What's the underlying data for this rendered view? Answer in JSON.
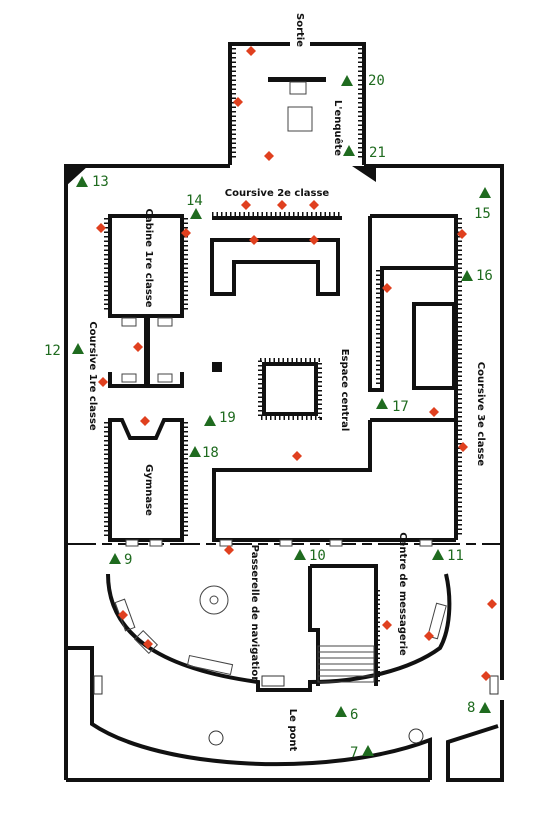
{
  "colors": {
    "wall": "#111111",
    "diamond": "#e0401f",
    "triangle": "#1f6b1f",
    "number": "#1f6b1f",
    "background": "#ffffff"
  },
  "labels": {
    "sortie": "Sortie",
    "enquete": "L'enquête",
    "coursive2": "Coursive 2e classe",
    "cabine1": "Cabine 1re classe",
    "coursive1": "Coursive 1re classe",
    "espace": "Espace central",
    "coursive3": "Coursive 3e classe",
    "gymnase": "Gymnase",
    "passerelle": "Passerelle de navigation",
    "centre": "Centre de messagerie",
    "pont": "Le pont"
  },
  "markers": [
    {
      "num": "6"
    },
    {
      "num": "7"
    },
    {
      "num": "8"
    },
    {
      "num": "9"
    },
    {
      "num": "10"
    },
    {
      "num": "11"
    },
    {
      "num": "12"
    },
    {
      "num": "13"
    },
    {
      "num": "14"
    },
    {
      "num": "15"
    },
    {
      "num": "16"
    },
    {
      "num": "17"
    },
    {
      "num": "18"
    },
    {
      "num": "19"
    },
    {
      "num": "20"
    },
    {
      "num": "21"
    }
  ]
}
